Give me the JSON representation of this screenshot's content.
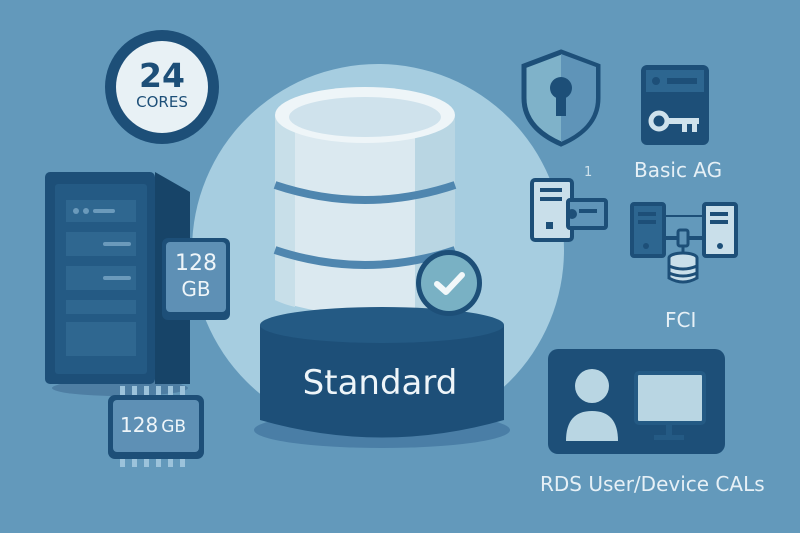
{
  "illustration": {
    "subject": "SQL Server Standard edition features",
    "colors": {
      "background": "#6399bb",
      "navy": "#1d4f78",
      "light_circle": "#a9cfe0",
      "pale": "#dcebf2",
      "label_text": "#e6f0f6"
    }
  },
  "cores_badge": {
    "number": "24",
    "unit": "CORES"
  },
  "server_memory_card": {
    "line1": "128",
    "line2": "GB"
  },
  "memory_chip": {
    "label": "128",
    "unit": "GB"
  },
  "database": {
    "edition_label": "Standard",
    "status_icon": "check-icon"
  },
  "features": {
    "security": {
      "icon": "shield-keyhole-icon"
    },
    "licensing_note": {
      "marker": "1"
    },
    "basic_ag": {
      "label": "Basic AG",
      "icon": "server-key-icon"
    },
    "fci": {
      "label": "FCI",
      "icon": "cluster-icon"
    },
    "rds": {
      "label": "RDS User/Device CALs",
      "icon": "user-device-icon"
    }
  }
}
